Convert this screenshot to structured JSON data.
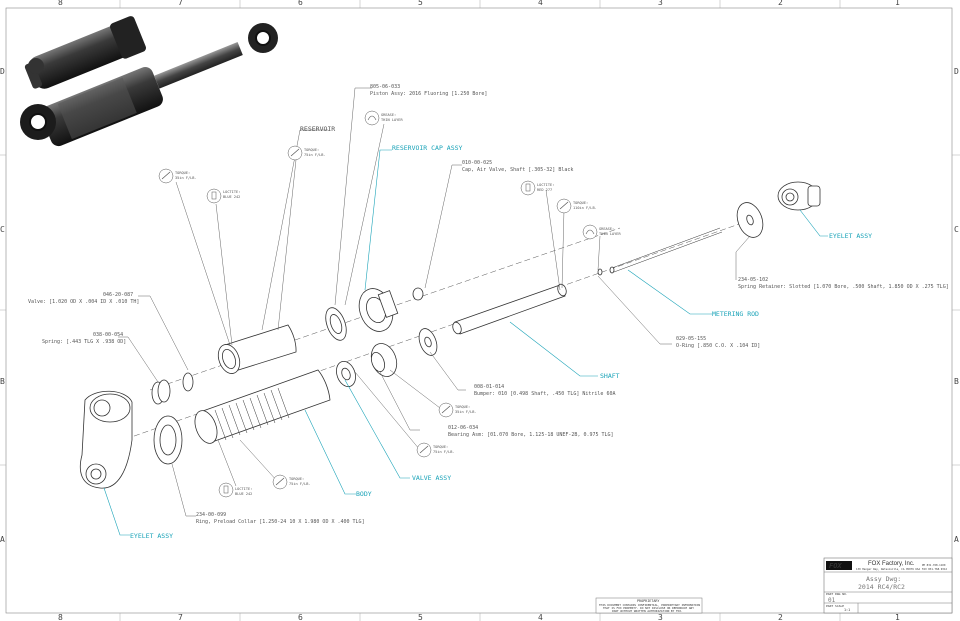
{
  "border": {
    "columns_top": [
      "8",
      "7",
      "6",
      "5",
      "4",
      "3",
      "2",
      "1"
    ],
    "columns_bottom": [
      "8",
      "7",
      "6",
      "5",
      "4",
      "3",
      "2",
      "1"
    ],
    "rows_left": [
      "D",
      "C",
      "B",
      "A"
    ],
    "rows_right": [
      "D",
      "C",
      "B",
      "A"
    ]
  },
  "callouts": {
    "reservoir": "RESERVOIR",
    "piston_num": "805-06-033",
    "piston_desc": "Piston Assy: 2016 Fluoring [1.250 Bore]",
    "reservoir_cap": "RESERVOIR CAP ASSY",
    "cap_num": "010-00-025",
    "cap_desc": "Cap, Air Valve, Shaft [.305-32] Black",
    "valve_num": "046-20-087",
    "valve_desc": "Valve: [1.020 OD X .004 ID X .010 TH]",
    "spring_num": "038-00-054",
    "spring_desc": "Spring: [.443 TLG X .938 OD]",
    "eyelet_assy_top": "EYELET ASSY",
    "spring_ret_num": "234-05-102",
    "spring_ret_desc": "Spring Retainer: Slotted [1.070 Bore, .500 Shaft, 1.850 OD X .275 TLG]",
    "metering_rod": "METERING ROD",
    "oring_num": "029-05-155",
    "oring_desc": "O-Ring [.850 C.O. X .104 ID]",
    "shaft": "SHAFT",
    "bumper_num": "008-01-014",
    "bumper_desc": "Bumper: 010 [0.498 Shaft, .450 TLG] Nitrile 60A",
    "bearing_num": "012-06-034",
    "bearing_desc": "Bearing Asm: [01.070 Bore, 1.125-18 UNEF-2B, 0.975 TLG]",
    "valve_assy": "VALVE ASSY",
    "body": "BODY",
    "ring_num": "234-00-099",
    "ring_desc": "Ring, Preload Collar [1.250-24 10 X 1.980 OD X .400 TLG]",
    "eyelet_assy_bottom": "EYELET ASSY"
  },
  "symbols": {
    "torque": "TORQUE:",
    "loctite": "LOCTITE:",
    "grease": "GREASE:",
    "t1_val": "35in F/LB.",
    "t2_val": "75in F/LB.",
    "t3_val": "110in F/LB.",
    "t4_val": "35in F/LB.",
    "t5_val": "75in F/LB.",
    "t6_val": "75in F/LB.",
    "l1_val": "BLUE 242",
    "l2_val": "RED 277",
    "l3_val": "BLUE 242",
    "g1_val": "THIN LAYER",
    "g2_val": "THIN LAYER"
  },
  "notes": {
    "proprietary_title": "PROPRIETARY",
    "proprietary_line1": "THIS DOCUMENT CONTAINS CONFIDENTIAL, PROPRIETARY INFORMATION",
    "proprietary_line2": "THAT IS FOX PROPERTY. DO NOT DISCLOSE OR REPRODUCE ANY",
    "proprietary_line3": "PART WITHOUT WRITTEN AUTHORIZATION BY FOX."
  },
  "title_block": {
    "company": "FOX Factory, Inc.",
    "address": "130 Hangar Way, Watsonville, CA 95076 USA",
    "phone": "PH 831.768.1100",
    "fax": "FAX 831.768.9312",
    "logo": "FOX",
    "dwg_line1": "Assy Dwg:",
    "dwg_line2": "2014 RC4/RC2",
    "part_dwg_label": "PART DWG NO.",
    "part_dwg_value": "01",
    "sheet_label": "PART SCALE",
    "sheet_value": "1:1"
  },
  "colors": {
    "accent": "#1aa3b8",
    "line": "#333333"
  }
}
